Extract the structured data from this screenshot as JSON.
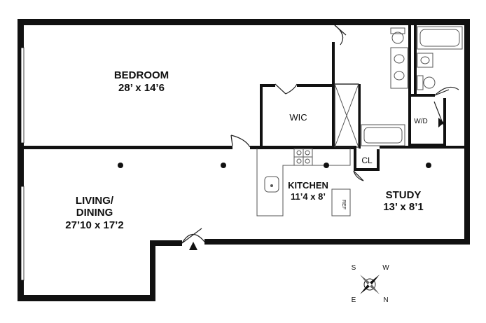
{
  "rooms": {
    "bedroom": {
      "name": "BEDROOM",
      "size": "28’ x 14’6"
    },
    "living": {
      "name_line1": "LIVING/",
      "name_line2": "DINING",
      "size": "27’10 x 17’2"
    },
    "kitchen": {
      "name": "KITCHEN",
      "size": "11’4 x 8’"
    },
    "study": {
      "name": "STUDY",
      "size": "13’ x 8’1"
    },
    "wic": {
      "name": "WIC"
    },
    "closet": {
      "name": "CL"
    },
    "washer_dryer": {
      "name": "W/D"
    },
    "refrigerator": {
      "name": "REF"
    }
  },
  "compass": {
    "north": "N",
    "south": "S",
    "east": "E",
    "west": "W"
  },
  "colors": {
    "wall": "#111111",
    "fixture": "#555555",
    "background": "#ffffff"
  }
}
